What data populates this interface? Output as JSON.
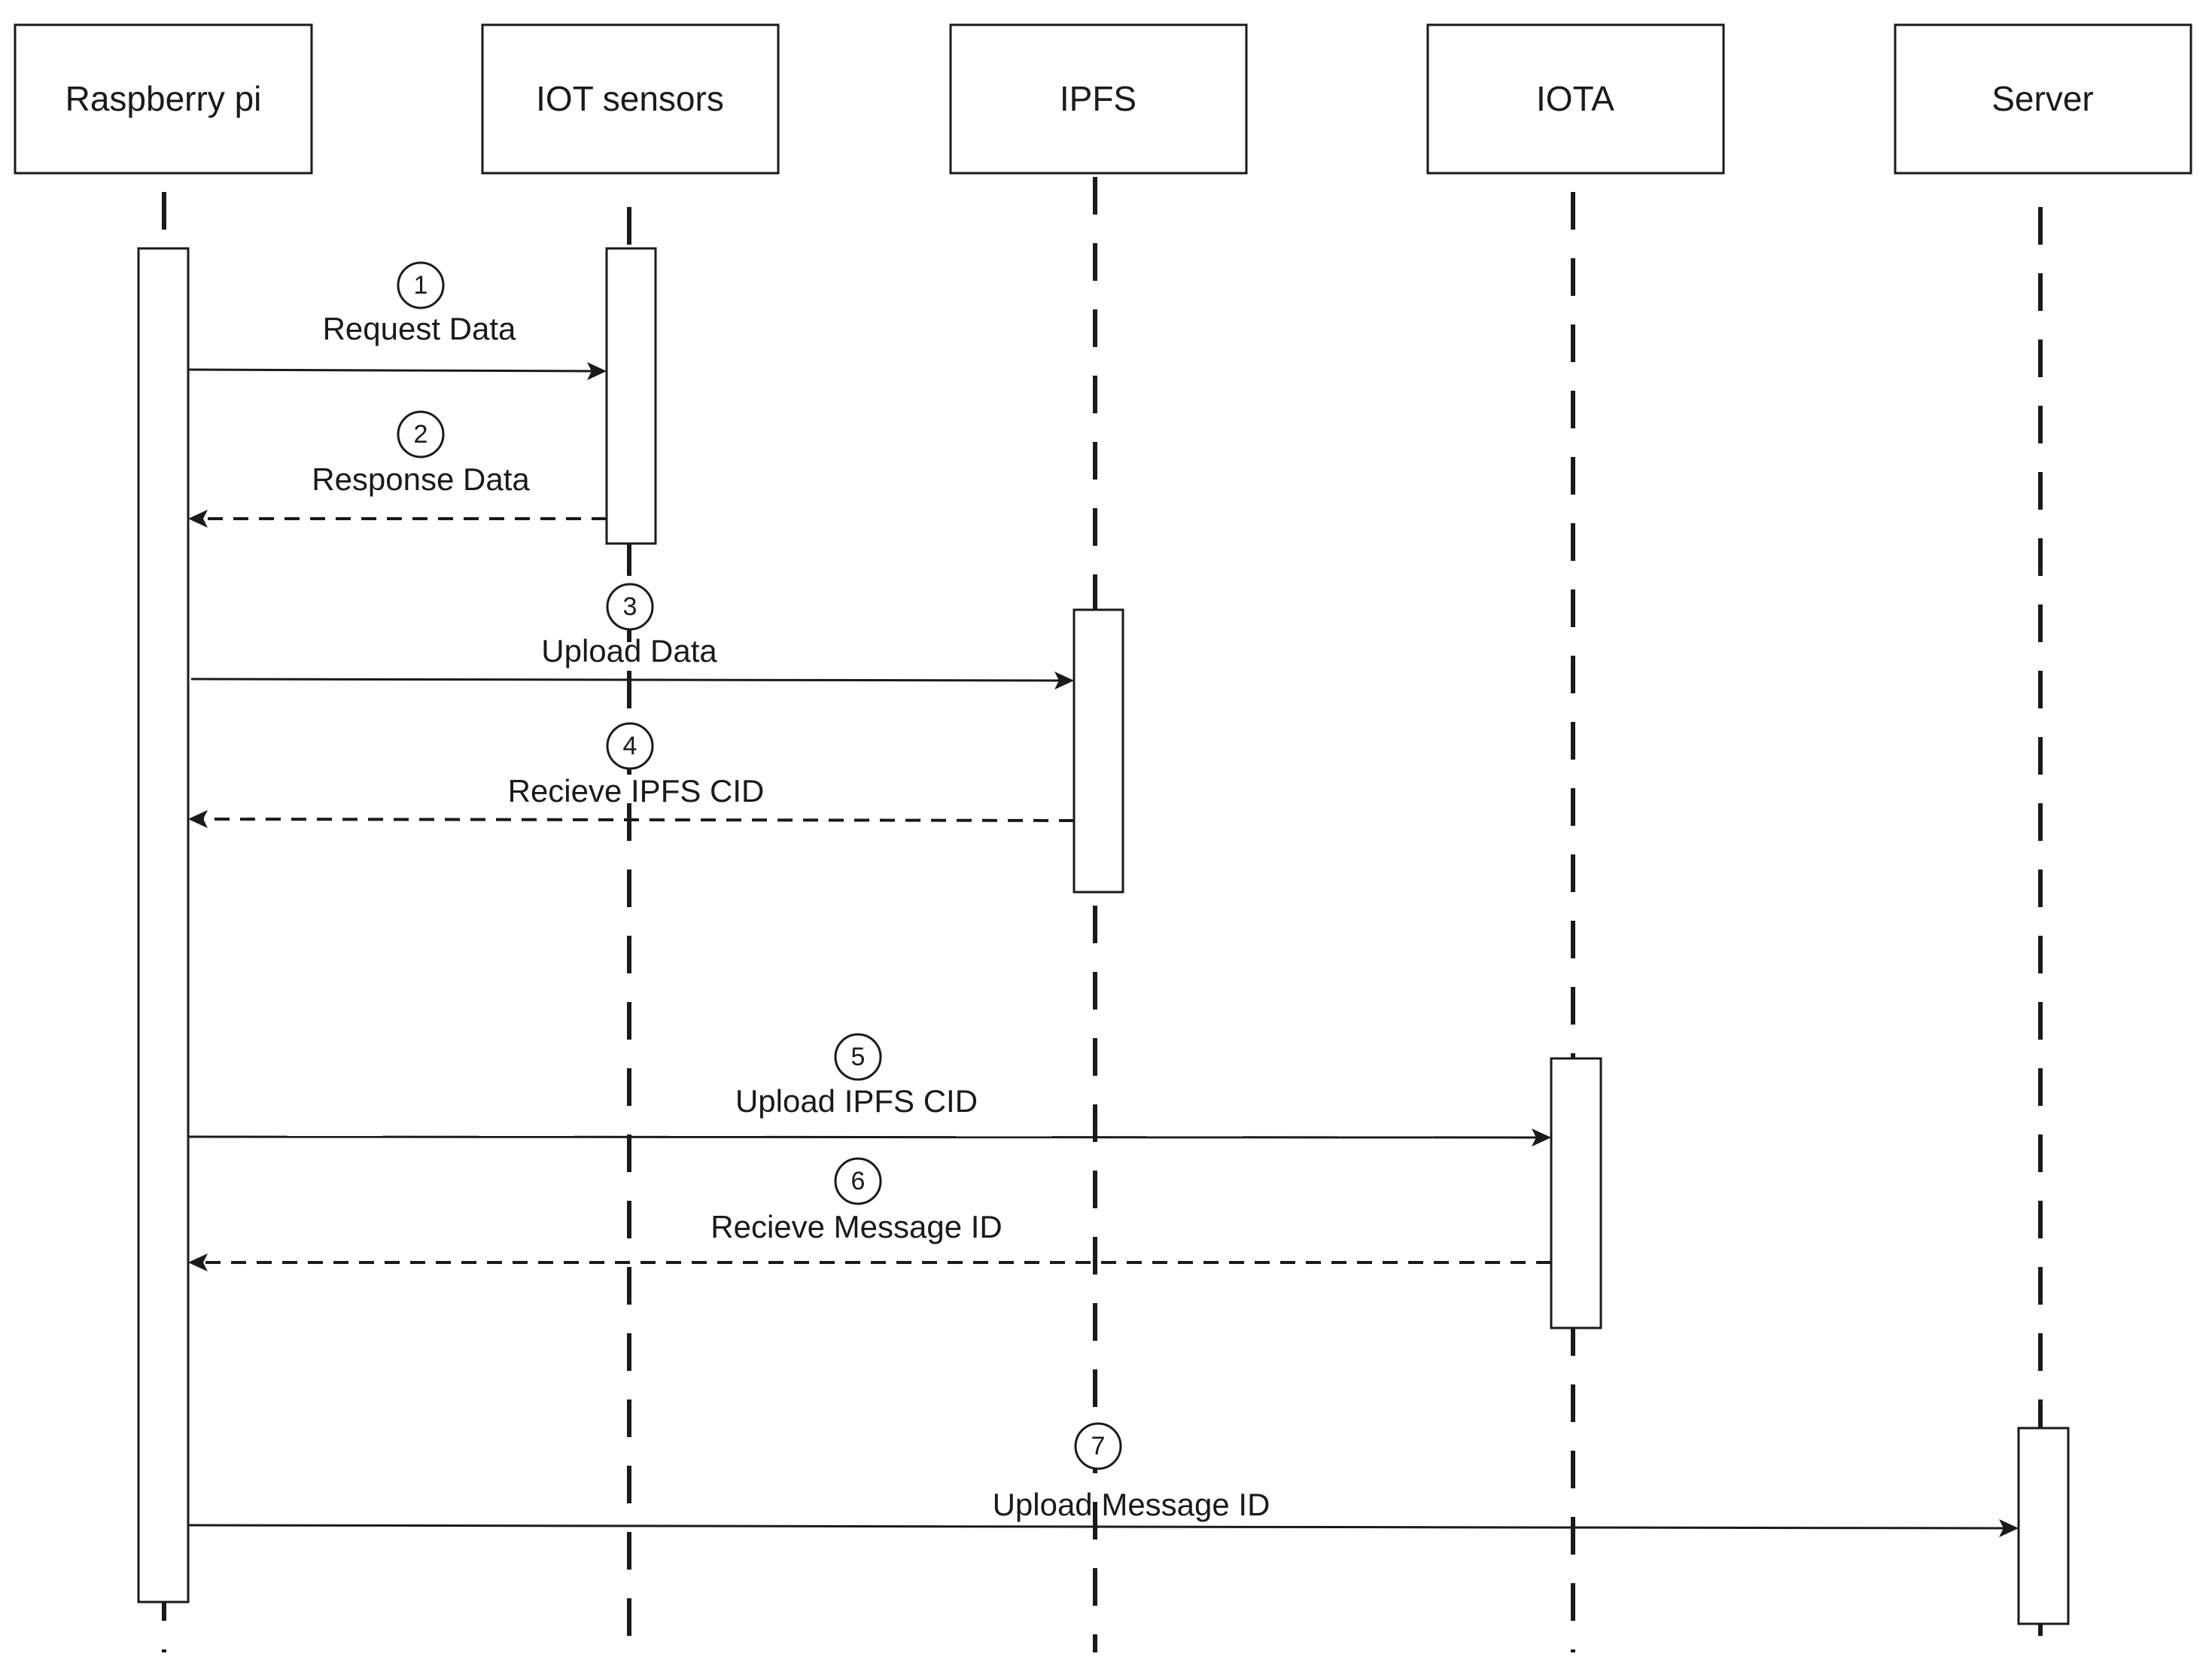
{
  "participants": [
    {
      "id": "rpi",
      "label": "Raspberry pi"
    },
    {
      "id": "iot",
      "label": "IOT sensors"
    },
    {
      "id": "ipfs",
      "label": "IPFS"
    },
    {
      "id": "iota",
      "label": "IOTA"
    },
    {
      "id": "server",
      "label": "Server"
    }
  ],
  "messages": [
    {
      "step": "1",
      "label": "Request Data",
      "from": "rpi",
      "to": "iot",
      "style": "solid"
    },
    {
      "step": "2",
      "label": "Response Data",
      "from": "iot",
      "to": "rpi",
      "style": "dashed"
    },
    {
      "step": "3",
      "label": "Upload Data",
      "from": "rpi",
      "to": "ipfs",
      "style": "solid"
    },
    {
      "step": "4",
      "label": "Recieve IPFS CID",
      "from": "ipfs",
      "to": "rpi",
      "style": "dashed"
    },
    {
      "step": "5",
      "label": "Upload IPFS CID",
      "from": "rpi",
      "to": "iota",
      "style": "solid"
    },
    {
      "step": "6",
      "label": "Recieve Message ID",
      "from": "iota",
      "to": "rpi",
      "style": "dashed"
    },
    {
      "step": "7",
      "label": "Upload Message ID",
      "from": "rpi",
      "to": "server",
      "style": "solid"
    }
  ]
}
